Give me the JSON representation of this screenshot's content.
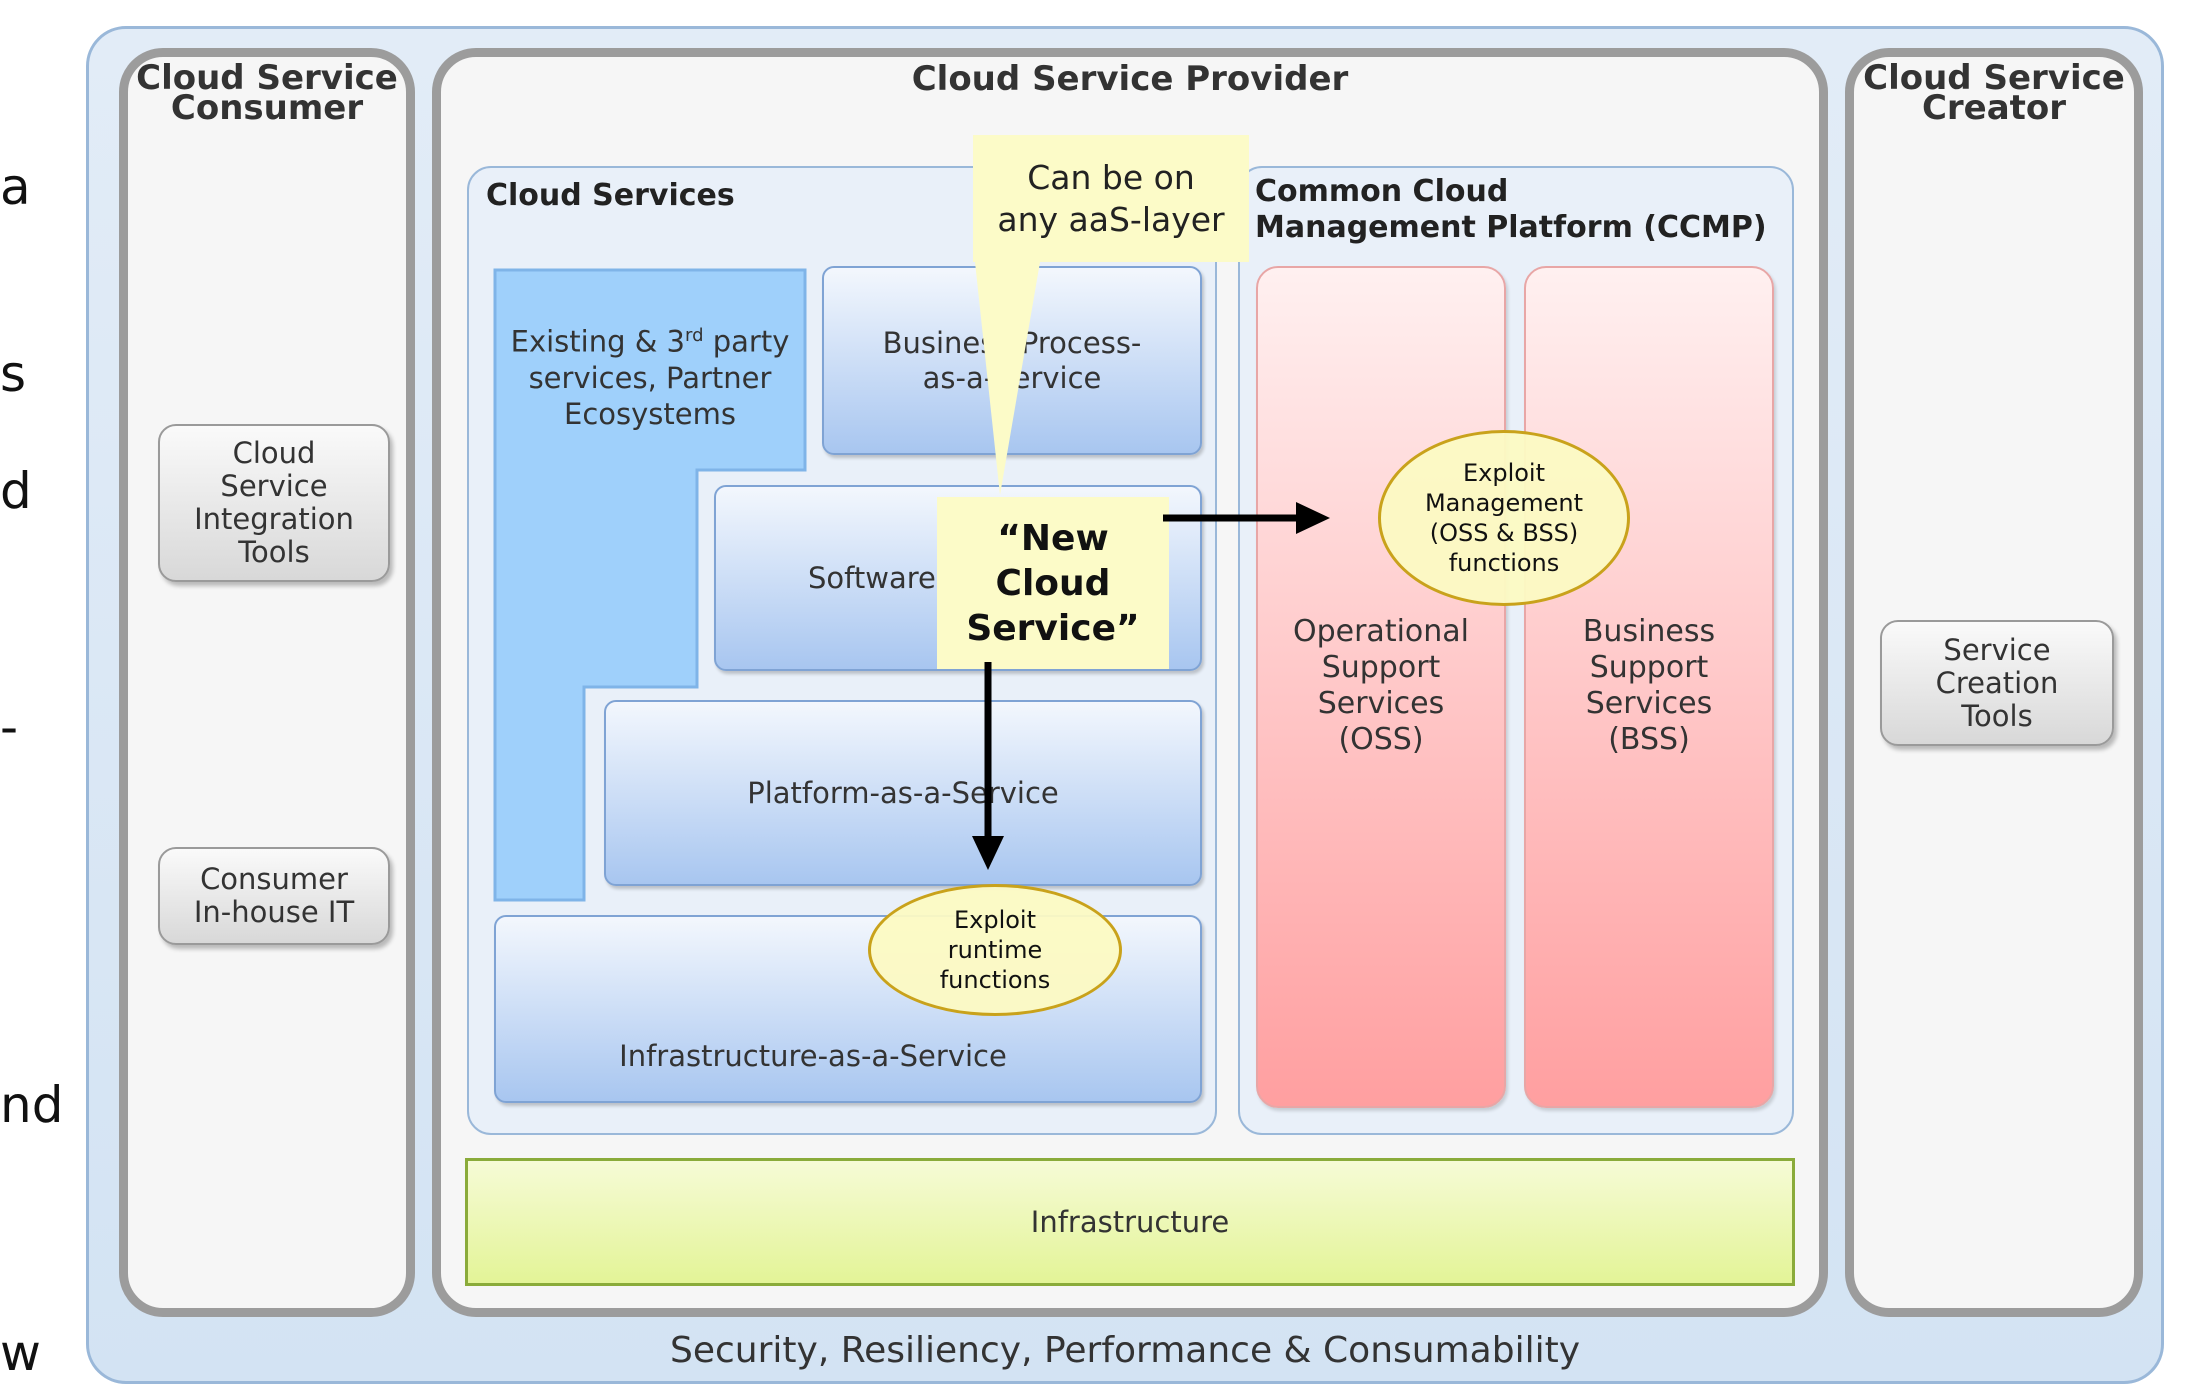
{
  "side_fragments": [
    "a",
    "s",
    "d",
    "-",
    "nd",
    "w"
  ],
  "consumer": {
    "title_line1": "Cloud Service",
    "title_line2": "Consumer",
    "integration_tools": "Cloud Service Integration Tools",
    "inhouse_it_line1": "Consumer",
    "inhouse_it_line2": "In-house IT"
  },
  "provider": {
    "title": "Cloud Service Provider",
    "cloud_services": {
      "title": "Cloud Services",
      "existing_party_pre": "Existing & 3",
      "existing_party_sup": "rd",
      "existing_party_post": " party",
      "existing_line2": "services, Partner",
      "existing_line3": "Ecosystems",
      "bpaas_line1": "Business-Process-",
      "bpaas_line2": "as-a-Service",
      "saas": "Software-as-a-Service",
      "paas": "Platform-as-a-Service",
      "iaas": "Infrastructure-as-a-Service"
    },
    "ccmp": {
      "title_line1": "Common Cloud",
      "title_line2": "Management Platform (CCMP)",
      "oss": [
        "Operational",
        "Support",
        "Services",
        "(OSS)"
      ],
      "bss": [
        "Business",
        "Support",
        "Services",
        "(BSS)"
      ]
    },
    "infrastructure": "Infrastructure"
  },
  "creator": {
    "title_line1": "Cloud Service",
    "title_line2": "Creator",
    "creation_tools": "Service Creation Tools"
  },
  "callout": {
    "line1": "Can be on",
    "line2": "any aaS-layer"
  },
  "new_service": {
    "line1": "“New",
    "line2": "Cloud",
    "line3": "Service”"
  },
  "exploit_management": [
    "Exploit",
    "Management",
    "(OSS & BSS)",
    "functions"
  ],
  "exploit_runtime": [
    "Exploit",
    "runtime",
    "functions"
  ],
  "footer": "Security, Resiliency, Performance & Consumability",
  "colors": {
    "panel_blue": "#e9f0f9",
    "service_blue": "#a8c6f0",
    "existing_blue": "#9fd0fb",
    "oss_bss_pink": "#ff9fa0",
    "callout_yellow": "#fcfbc8",
    "oval_gold": "#c9a21b",
    "infrastructure_green": "#eaf7a4"
  }
}
